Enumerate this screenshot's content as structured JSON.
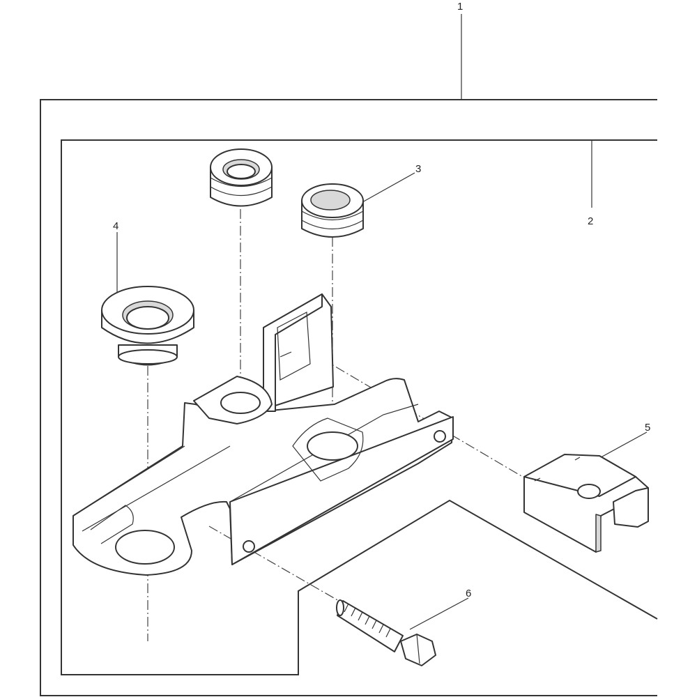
{
  "callouts": {
    "c1": "1",
    "c2": "2",
    "c3": "3",
    "c4": "4",
    "c5": "5",
    "c6": "6"
  },
  "parts": {
    "p1": "assembly-frame",
    "p2": "bracket-subassembly-frame",
    "p3": "grommet",
    "p4": "flanged-bushing",
    "p5": "clip-block",
    "p6": "hex-bolt"
  },
  "colors": {
    "line": "#333333",
    "shade": "#d9d9d9",
    "background": "#ffffff"
  }
}
